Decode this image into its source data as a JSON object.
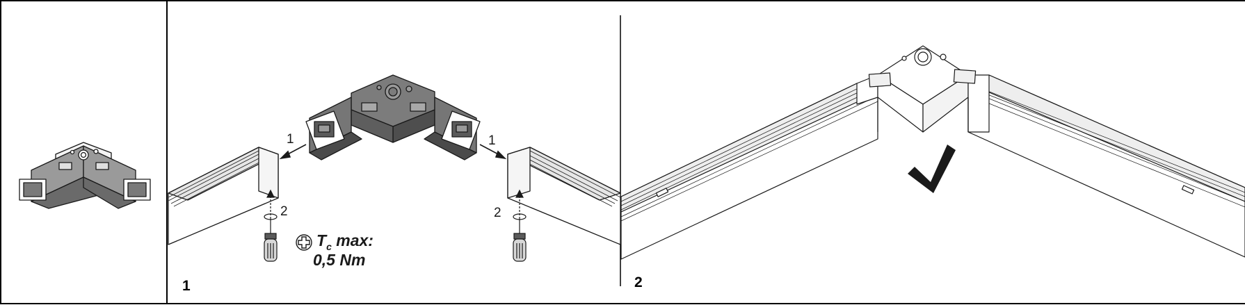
{
  "panels": [
    {
      "id": "overview",
      "step": ""
    },
    {
      "id": "assembly",
      "step": "1"
    },
    {
      "id": "result",
      "step": "2"
    }
  ],
  "callouts": {
    "insert_left": "1",
    "insert_right": "1",
    "screw_left": "2",
    "screw_right": "2"
  },
  "torque": {
    "symbol": "T",
    "subscript": "c",
    "suffix": " max:",
    "value": "0,5 Nm",
    "icon": "phillips-screw-icon"
  },
  "result_icon": "checkmark-icon",
  "colors": {
    "housing": "#5b5b5b",
    "housing_light": "#8a8a8a",
    "line": "#1a1a1a",
    "panel_border": "#000000"
  }
}
